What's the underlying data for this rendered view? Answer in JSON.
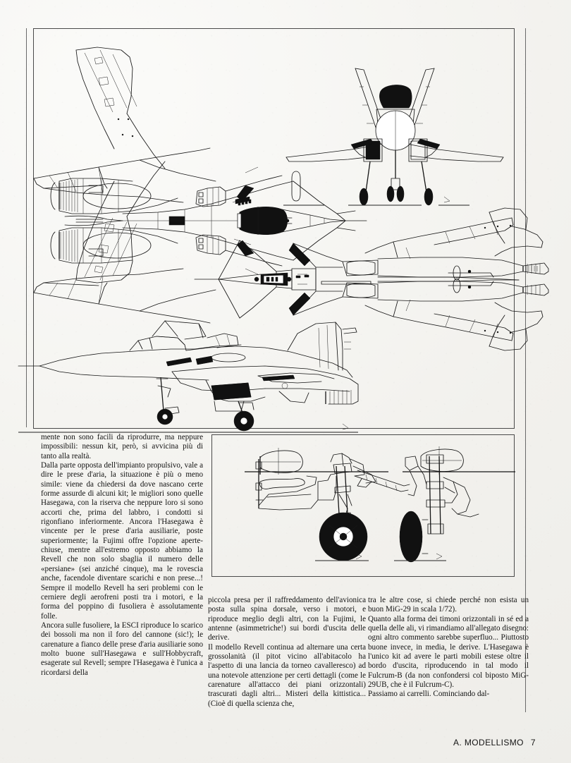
{
  "document": {
    "publication": "A. MODELLISMO",
    "page_number": "7",
    "language": "it",
    "subject": "MiG-29 Fulcrum scale drawings and kit review"
  },
  "figures": {
    "three_view": {
      "name": "mig-29-three-view-drawing",
      "caption": "",
      "views": [
        {
          "id": "top-plan-view",
          "label": ""
        },
        {
          "id": "front-view",
          "label": ""
        },
        {
          "id": "bottom-plan-view",
          "label": ""
        },
        {
          "id": "side-profile-view",
          "label": ""
        }
      ]
    },
    "gear_detail": {
      "name": "mig-29-landing-gear-detail",
      "caption": "",
      "views": [
        {
          "id": "main-gear-side-view",
          "label": ""
        },
        {
          "id": "main-gear-front-view",
          "label": ""
        }
      ]
    }
  },
  "columns": {
    "one": "mente non sono facili da riprodurre, ma neppure impossibili: nessun kit, però, si avvicina più di tanto alla realtà.\nDalla parte opposta dell'impianto propulsivo, vale a dire le prese d'aria, la situazione è più o meno simile: viene da chiedersi da dove nascano certe forme assurde di alcuni kit; le migliori sono quelle Hasegawa, con la riserva che neppure loro si sono accorti che, prima del labbro, i condotti si rigonfiano inferiormente. Ancora l'Hasegawa è vincente per le prese d'aria ausiliarie, poste superiormente; la Fujimi offre l'opzione aperte-chiuse, mentre all'estremo opposto abbiamo la Revell che non solo sbaglia il numero delle «persiane» (sei anziché cinque), ma le rovescia anche, facendole diventare scarichi e non prese...! Sempre il modello Revell ha seri problemi con le cerniere degli aerofreni posti tra i motori, e la forma del poppino di fusoliera è assolutamente folle.\nAncora sulle fusoliere, la ESCI riproduce lo scarico dei bossoli ma non il foro del cannone (sic!); le carenature a fianco delle prese d'aria ausiliarie sono molto buone sull'Hasegawa e sull'Hobbycraft, esagerate sul Revell; sempre l'Hasegawa è l'unica a ricordarsi della",
    "two": "piccola presa per il raffreddamento dell'avionica posta sulla spina dorsale, verso i motori, e riproduce meglio degli altri, con la Fujimi, le antenne (asimmetriche!) sui bordi d'uscita delle derive.\nIl modello Revell continua ad alternare una certa grossolanità (il pitot vicino all'abitacolo ha l'aspetto di una lancia da torneo cavalleresco) ad una notevole attenzione per certi dettagli (come le carenature all'attacco dei piani orizzontali) trascurati dagli altri... Misteri della kittistica... (Cioè di quella scienza che,",
    "three": "tra le altre cose, si chiede perché non esista un buon MiG-29 in scala 1/72).\nQuanto alla forma dei timoni orizzontali in sé ed a quella delle ali, vi rimandiamo all'allegato disegno: ogni altro commento sarebbe superfluo... Piuttosto buone invece, in media, le derive. L'Hasegawa è l'unico kit ad avere le parti mobili estese oltre il bordo d'uscita, riproducendo in tal modo il Fulcrum-B (da non confondersi col biposto MiG-29UB, che è il Fulcrum-C).\nPassiamo ai carrelli. Cominciando dal-"
  },
  "colors": {
    "ink": "#151515",
    "paper": "#f2f1ed",
    "rule": "#4a4a4a"
  }
}
